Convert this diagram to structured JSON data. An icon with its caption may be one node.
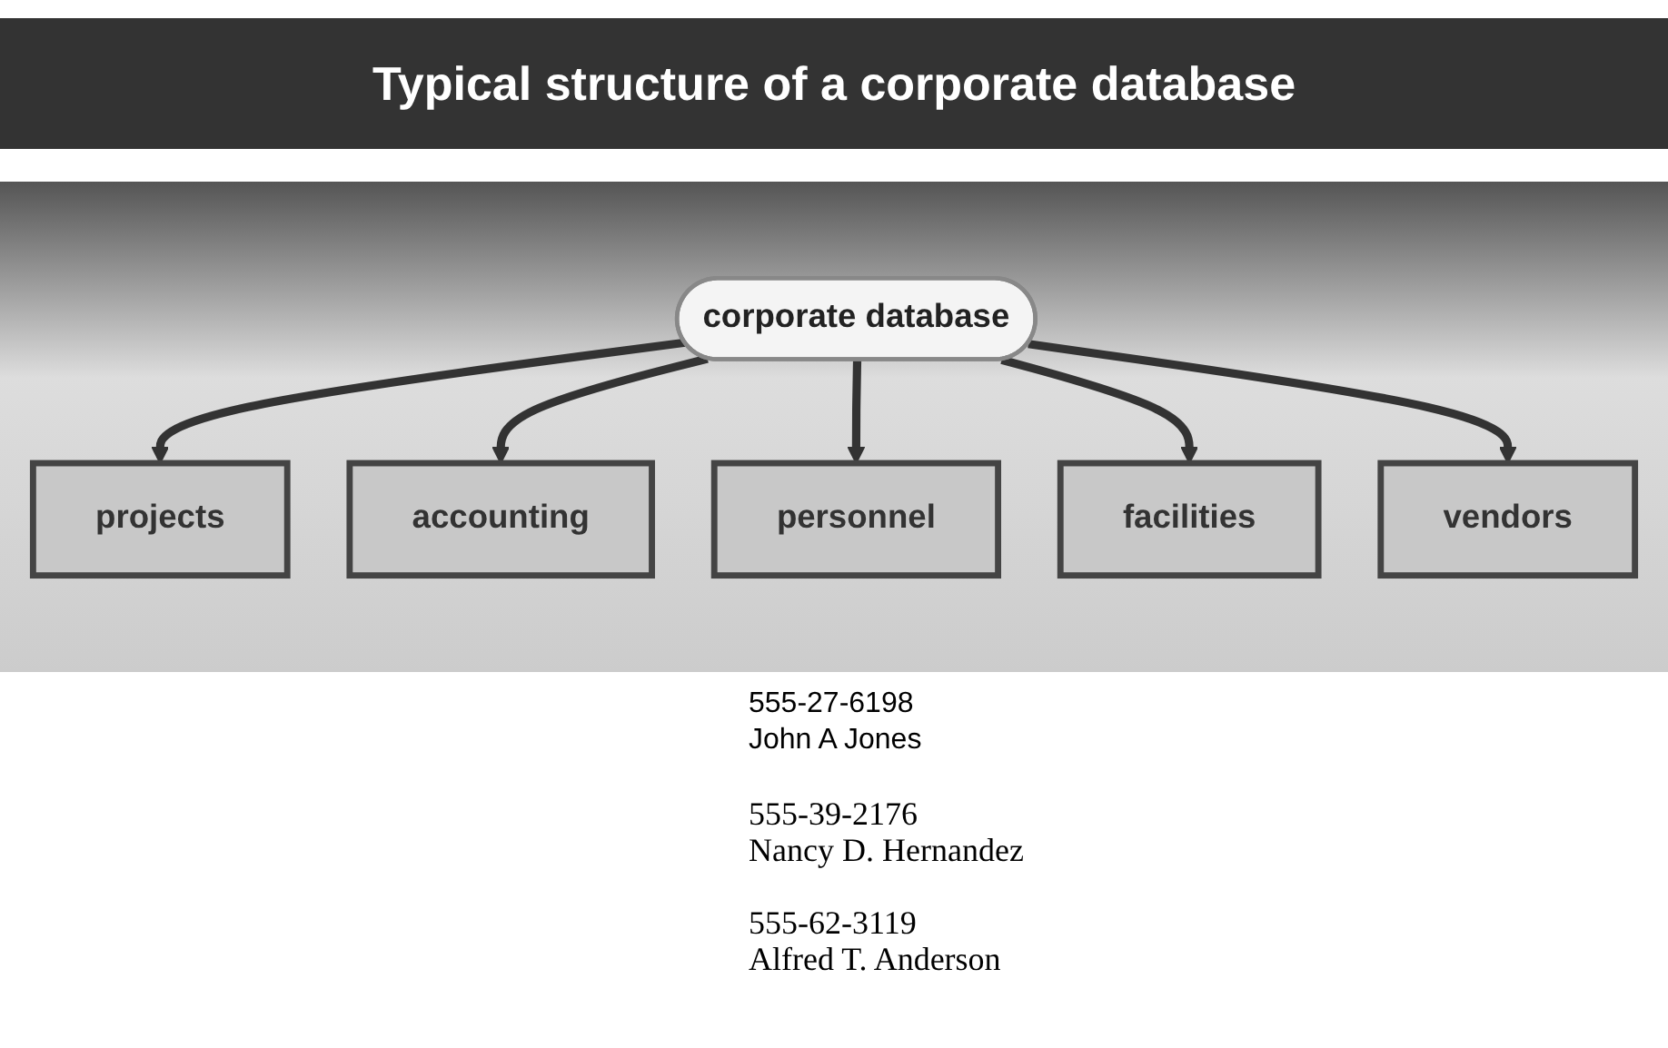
{
  "diagram": {
    "title": "Typical structure of a corporate database",
    "nodes": [
      {
        "text": [
          "corporate database"
        ]
      },
      {
        "text": [
          "projects"
        ]
      },
      {
        "text": [
          "accounting"
        ]
      },
      {
        "text": [
          "personnel"
        ]
      },
      {
        "text": [
          "facilities"
        ]
      },
      {
        "text": [
          "vendors"
        ]
      }
    ],
    "edges": [
      {
        "from": 0,
        "to": 1,
        "arrow": "to"
      },
      {
        "from": 0,
        "to": 2,
        "arrow": "to"
      },
      {
        "from": 0,
        "to": 3,
        "arrow": "to"
      },
      {
        "from": 0,
        "to": 4,
        "arrow": "to"
      },
      {
        "from": 0,
        "to": 5,
        "arrow": "to"
      }
    ],
    "labels": [
      "555-27-6198",
      "John A Jones",
      "555-39-2176",
      "Nancy D. Hernandez",
      "555-62-3119",
      "Alfred T. Anderson"
    ]
  }
}
